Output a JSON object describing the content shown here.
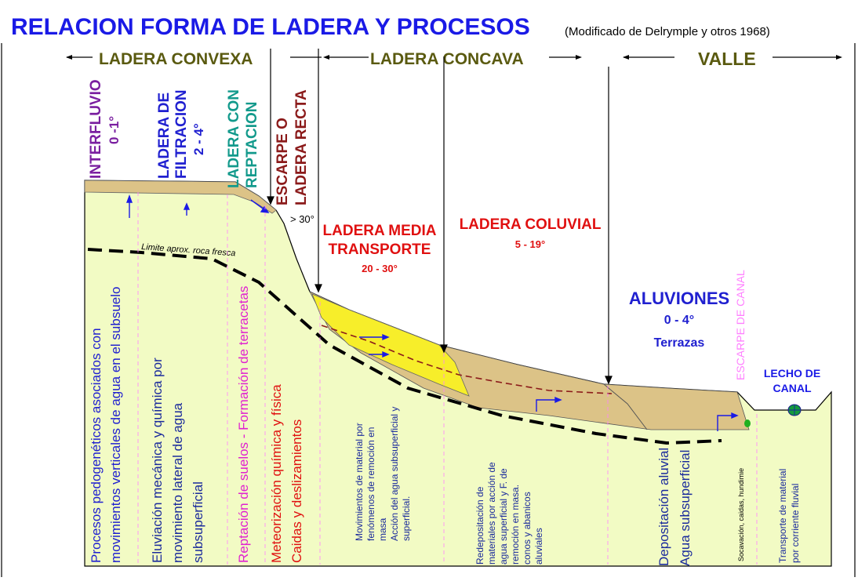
{
  "title": "RELACION FORMA DE LADERA Y PROCESOS",
  "subtitle": "(Modificado de Delrymple y otros 1968)",
  "header": {
    "convexa": "LADERA CONVEXA",
    "concava": "LADERA CONCAVA",
    "valle": "VALLE"
  },
  "units": {
    "interfluvio": [
      "INTERFLUVIO",
      "0 -1°"
    ],
    "filtracion": [
      "LADERA DE",
      "FILTRACION",
      "2 - 4°"
    ],
    "reptacion": [
      "LADERA CON",
      "REPTACION"
    ],
    "escarpe": [
      "ESCARPE O",
      "LADERA RECTA"
    ],
    "escarpe_angle": "> 30°",
    "media": [
      "LADERA MEDIA",
      "TRANSPORTE",
      "20 - 30°"
    ],
    "coluvial": [
      "LADERA COLUVIAL",
      "5 - 19°"
    ],
    "aluviones": [
      "ALUVIONES",
      "0 - 4°",
      "Terrazas"
    ],
    "escarpe_canal": "ESCARPE DE CANAL",
    "lecho": [
      "LECHO DE",
      "CANAL"
    ]
  },
  "roca_label": "Limite aprox. roca fresca",
  "processes": {
    "p1": [
      "Procesos pedogenéticos asociados con",
      "movimientos verticales de agua en el subsuelo"
    ],
    "p2": [
      "Eluviación mecánica y química por",
      "movimiento lateral de agua",
      "subsuperficial"
    ],
    "p3": [
      "Reptación de suelos - Formación de terracetas"
    ],
    "p4": [
      "Meteorización química y física",
      "Caidas y deslizamientos"
    ],
    "p5": [
      "Movimientos de material  por",
      "fenómenos de remoción en",
      "masa",
      "Acción del agua subsuperficial y",
      "superficial."
    ],
    "p6": [
      "Redepositación de",
      "materiales por acción de",
      "agua superficial y F. de",
      "remoción en masa.",
      "conos y abanicos",
      "aluviales"
    ],
    "p7": [
      "Depositación aluvial",
      "Agua subsuperficial"
    ],
    "p8": [
      "Socavación, caidas, hundimie"
    ],
    "p9": [
      "Transporte de material",
      "por corriente fluvial"
    ]
  },
  "colors": {
    "title_blue": "#1a1ae6",
    "header_olive": "#5a5a10",
    "purple": "#7a1fa0",
    "blue": "#2020d0",
    "teal": "#139a8c",
    "maroon": "#8b1a1a",
    "red": "#e01010",
    "magenta": "#e020d0",
    "pink": "#ff80ff",
    "navy": "#1a2a9c",
    "light_green": "#f2fbc4",
    "tan": "#dcc387",
    "yellow": "#f7ee2a"
  }
}
